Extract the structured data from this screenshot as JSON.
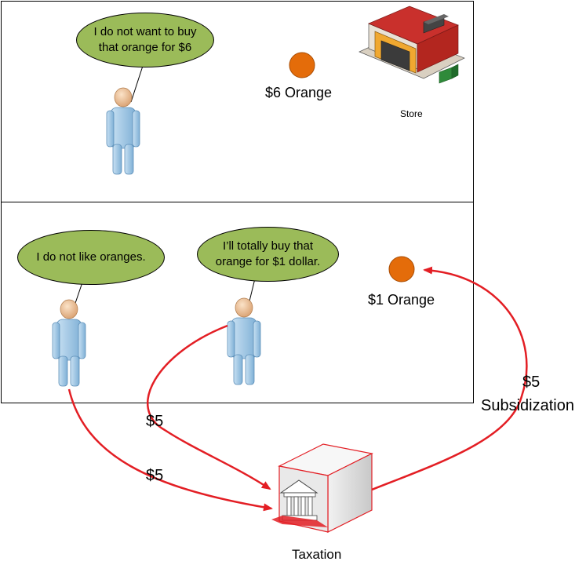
{
  "top_panel": {
    "speech": "I do not want to buy that orange for $6",
    "orange_label": "$6 Orange",
    "store_label": "Store"
  },
  "bottom_panel": {
    "speech_left": "I do not like oranges.",
    "speech_right": "I’ll totally buy that orange for $1 dollar.",
    "orange_label": "$1 Orange"
  },
  "flows": {
    "tax_from_buyer": "$5",
    "tax_from_nonbuyer": "$5",
    "subsidy_amount": "$5",
    "subsidy_label": "Subsidization"
  },
  "government": {
    "label": "Taxation"
  },
  "colors": {
    "bubble": "#9bbb59",
    "orange": "#e46c0a",
    "arrow": "#e31e24",
    "person": "#a7cbe6"
  }
}
